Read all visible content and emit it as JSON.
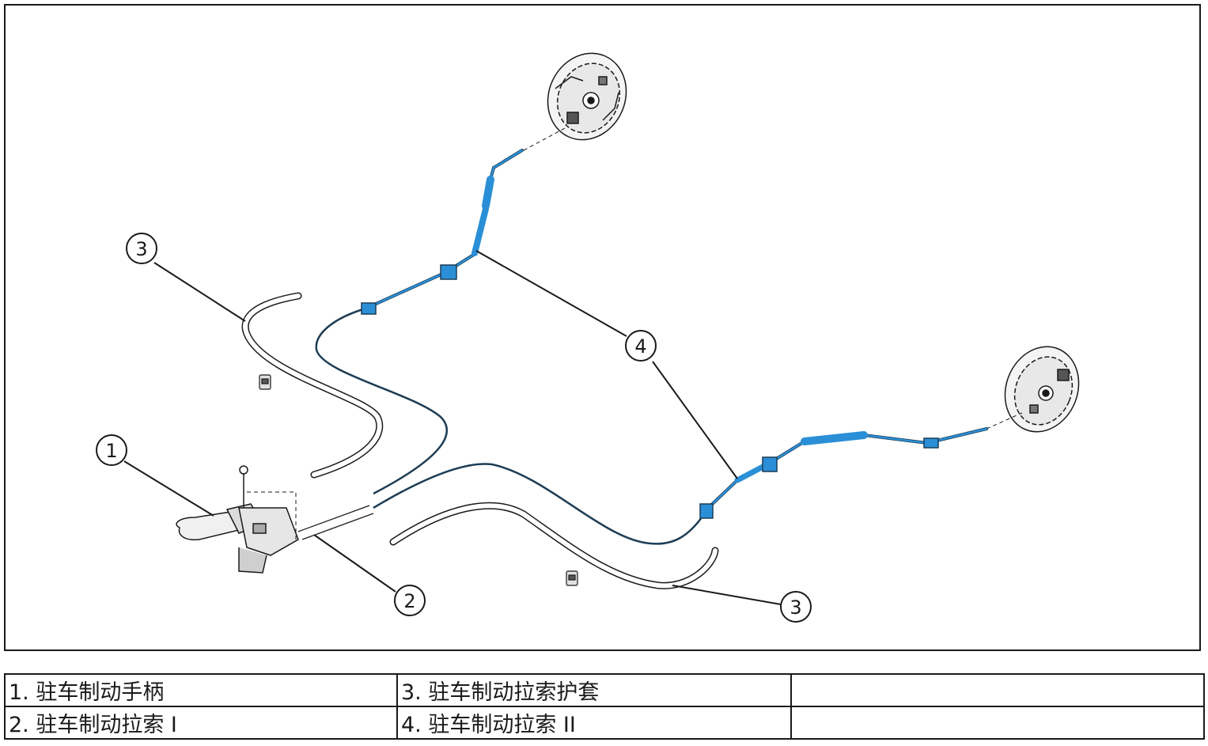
{
  "callouts": {
    "c1": "1",
    "c2": "2",
    "c3a": "3",
    "c3b": "3",
    "c4": "4"
  },
  "legend": {
    "rows": [
      [
        "1. 驻车制动手柄",
        "3. 驻车制动拉索护套",
        ""
      ],
      [
        "2. 驻车制动拉索 I",
        "4. 驻车制动拉索 II",
        ""
      ]
    ]
  },
  "colors": {
    "cable_blue": "#2a8fd6",
    "cable_dark": "#1d3d55",
    "line": "#1a1a1a"
  }
}
